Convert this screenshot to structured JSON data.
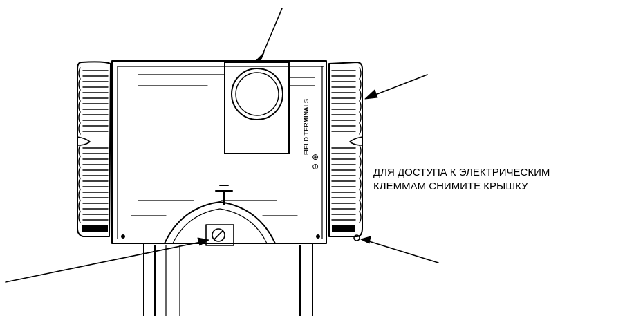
{
  "labels": {
    "terminal_text": "FIELD TERMINALS",
    "terminal_signs": "⊖ ⊕",
    "ground_symbol": "⏚",
    "caption_line1": "ДЛЯ ДОСТУПА К ЭЛЕКТРИЧЕСКИМ",
    "caption_line2": "КЛЕММАМ СНИМИТЕ КРЫШКУ"
  }
}
